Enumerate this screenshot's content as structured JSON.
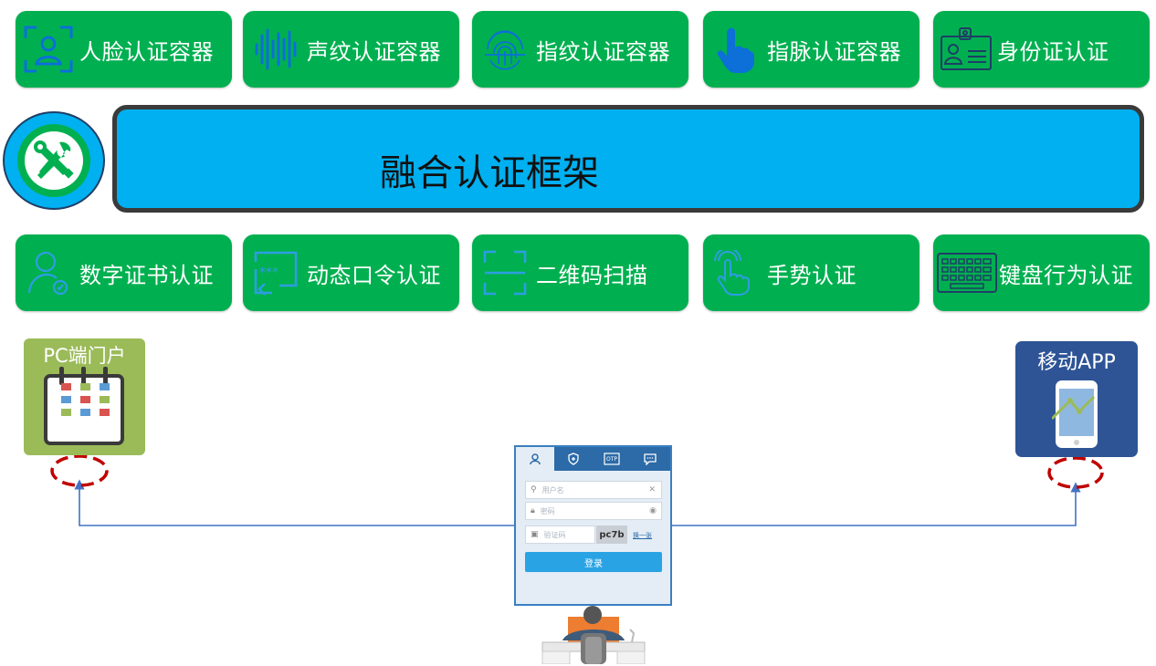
{
  "top_row": [
    {
      "label": "人脸认证容器",
      "icon": "face-scan-icon"
    },
    {
      "label": "声纹认证容器",
      "icon": "voiceprint-icon"
    },
    {
      "label": "指纹认证容器",
      "icon": "fingerprint-icon"
    },
    {
      "label": "指脉认证容器",
      "icon": "finger-touch-icon"
    },
    {
      "label": "身份证认证",
      "icon": "id-card-icon"
    }
  ],
  "framework": {
    "title": "融合认证框架",
    "icon": "tools-icon"
  },
  "bottom_row": [
    {
      "label": "数字证书认证",
      "icon": "user-certificate-icon"
    },
    {
      "label": "动态口令认证",
      "icon": "password-box-icon"
    },
    {
      "label": "二维码扫描",
      "icon": "qr-scan-icon"
    },
    {
      "label": "手势认证",
      "icon": "gesture-hand-icon"
    },
    {
      "label": "键盘行为认证",
      "icon": "keyboard-icon"
    }
  ],
  "pc_portal": {
    "label": "PC端门户",
    "icon": "calendar-icon"
  },
  "mobile_app": {
    "label": "移动APP",
    "icon": "smartphone-chart-icon"
  },
  "login_form": {
    "tabs": [
      "user-icon",
      "shield-plus-icon",
      "otp-icon",
      "chat-icon"
    ],
    "otp_tab_text": "OTP",
    "username_placeholder": "用户名",
    "password_placeholder": "密码",
    "captcha_placeholder": "验证码",
    "captcha_code": "pc7b",
    "refresh_text": "换一张",
    "login_button": "登录"
  },
  "colors": {
    "card": "#00b050",
    "framework": "#00b0f0",
    "pc": "#9bbb59",
    "app": "#2e5496",
    "line": "#4472c4",
    "marker": "#c00000"
  }
}
